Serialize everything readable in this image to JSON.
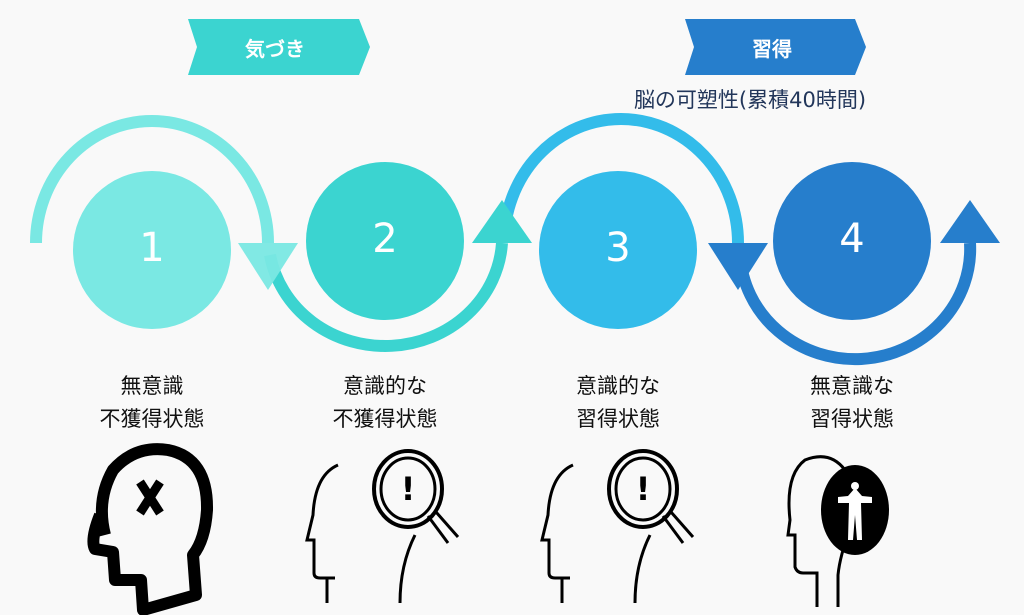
{
  "banners": [
    {
      "label": "気づき",
      "color": "#3BD4D0"
    },
    {
      "label": "習得",
      "color": "#267ECC"
    }
  ],
  "subtitle": "脳の可塑性(累積40時間)",
  "stages": [
    {
      "number": "1",
      "line1": "無意識",
      "line2": "不獲得状態",
      "color": "#7AE8E3",
      "icon": "head-x-icon"
    },
    {
      "number": "2",
      "line1": "意識的な",
      "line2": "不獲得状態",
      "color": "#3BD4D0",
      "icon": "head-magnifier-icon"
    },
    {
      "number": "3",
      "line1": "意識的な",
      "line2": "習得状態",
      "color": "#33BCEA",
      "icon": "head-magnifier-icon"
    },
    {
      "number": "4",
      "line1": "無意識な",
      "line2": "習得状態",
      "color": "#267ECC",
      "icon": "head-brain-icon"
    }
  ]
}
